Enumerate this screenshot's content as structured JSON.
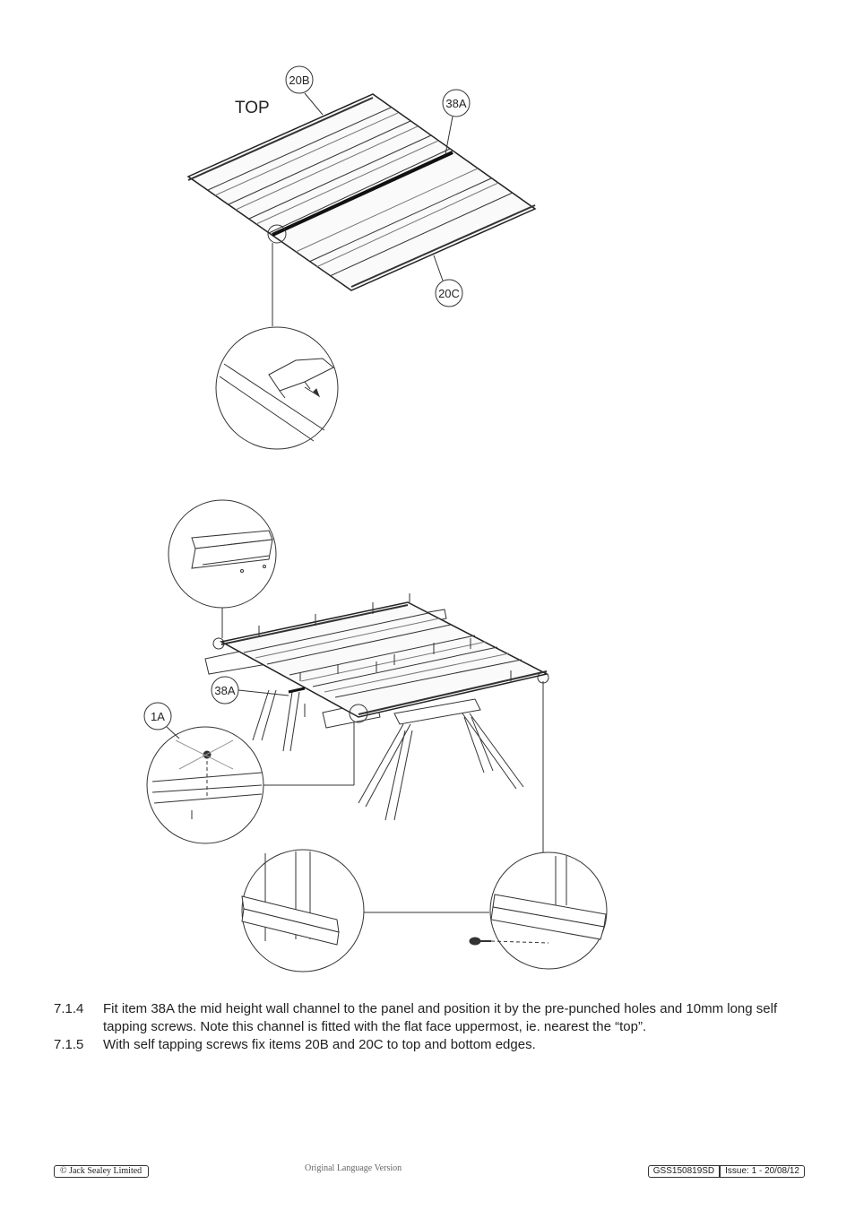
{
  "figure": {
    "top_label": "TOP",
    "callouts": {
      "c20b": "20B",
      "c38a_top": "38A",
      "c20c": "20C",
      "c38a_bottom": "38A",
      "c1a": "1A"
    }
  },
  "steps": [
    {
      "num": "7.1.4",
      "text": "Fit item 38A the mid height wall channel to the panel and position it by the pre-punched holes and 10mm long self tapping screws. Note this channel is fitted with the flat face uppermost, ie. nearest the “top”."
    },
    {
      "num": "7.1.5",
      "text": "With self tapping screws fix items 20B and 20C to top and bottom edges."
    }
  ],
  "footer": {
    "copyright": "© Jack Sealey Limited",
    "original": "Original Language Version",
    "doc_code": "GSS150819SD",
    "issue": "Issue: 1 - 20/08/12"
  }
}
